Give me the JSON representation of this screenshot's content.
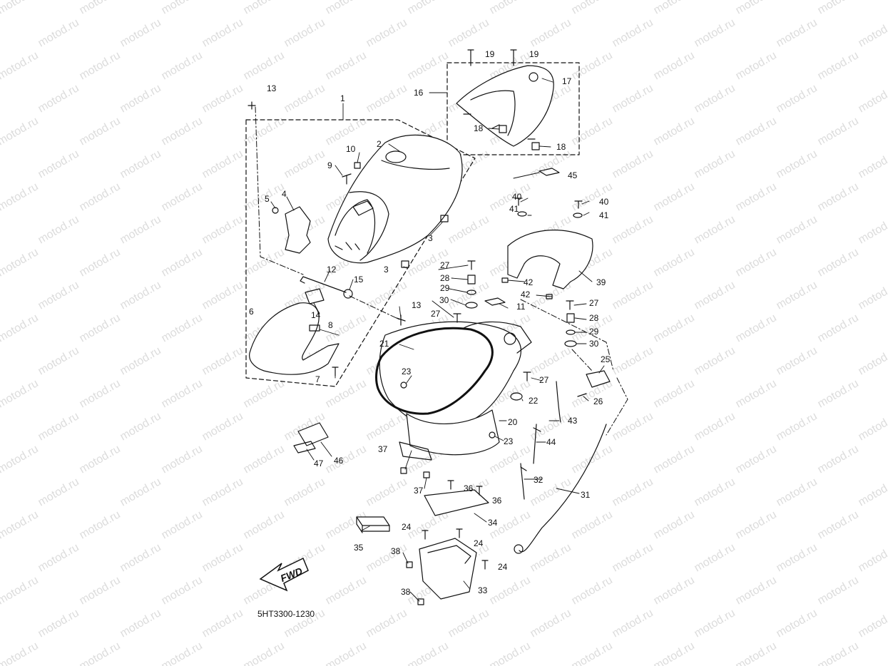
{
  "watermark": "motod.ru",
  "diagram_code": "5HT3300-1230",
  "fwd_label": "FWD",
  "parts": [
    {
      "id": "p1",
      "t": "1"
    },
    {
      "id": "p2",
      "t": "2"
    },
    {
      "id": "p3a",
      "t": "3"
    },
    {
      "id": "p3b",
      "t": "3"
    },
    {
      "id": "p4",
      "t": "4"
    },
    {
      "id": "p5",
      "t": "5"
    },
    {
      "id": "p6",
      "t": "6"
    },
    {
      "id": "p7",
      "t": "7"
    },
    {
      "id": "p8",
      "t": "8"
    },
    {
      "id": "p9",
      "t": "9"
    },
    {
      "id": "p10",
      "t": "10"
    },
    {
      "id": "p11",
      "t": "11"
    },
    {
      "id": "p12",
      "t": "12"
    },
    {
      "id": "p13a",
      "t": "13"
    },
    {
      "id": "p13b",
      "t": "13"
    },
    {
      "id": "p14",
      "t": "14"
    },
    {
      "id": "p15",
      "t": "15"
    },
    {
      "id": "p16",
      "t": "16"
    },
    {
      "id": "p17",
      "t": "17"
    },
    {
      "id": "p18a",
      "t": "18"
    },
    {
      "id": "p18b",
      "t": "18"
    },
    {
      "id": "p19a",
      "t": "19"
    },
    {
      "id": "p19b",
      "t": "19"
    },
    {
      "id": "p20",
      "t": "20"
    },
    {
      "id": "p21",
      "t": "21"
    },
    {
      "id": "p22",
      "t": "22"
    },
    {
      "id": "p23a",
      "t": "23"
    },
    {
      "id": "p23b",
      "t": "23"
    },
    {
      "id": "p24a",
      "t": "24"
    },
    {
      "id": "p24b",
      "t": "24"
    },
    {
      "id": "p24c",
      "t": "24"
    },
    {
      "id": "p25",
      "t": "25"
    },
    {
      "id": "p26",
      "t": "26"
    },
    {
      "id": "p27a",
      "t": "27"
    },
    {
      "id": "p27b",
      "t": "27"
    },
    {
      "id": "p27c",
      "t": "27"
    },
    {
      "id": "p27d",
      "t": "27"
    },
    {
      "id": "p28a",
      "t": "28"
    },
    {
      "id": "p28b",
      "t": "28"
    },
    {
      "id": "p29a",
      "t": "29"
    },
    {
      "id": "p29b",
      "t": "29"
    },
    {
      "id": "p30a",
      "t": "30"
    },
    {
      "id": "p30b",
      "t": "30"
    },
    {
      "id": "p31",
      "t": "31"
    },
    {
      "id": "p32",
      "t": "32"
    },
    {
      "id": "p33",
      "t": "33"
    },
    {
      "id": "p34",
      "t": "34"
    },
    {
      "id": "p35",
      "t": "35"
    },
    {
      "id": "p36a",
      "t": "36"
    },
    {
      "id": "p36b",
      "t": "36"
    },
    {
      "id": "p37a",
      "t": "37"
    },
    {
      "id": "p37b",
      "t": "37"
    },
    {
      "id": "p38a",
      "t": "38"
    },
    {
      "id": "p38b",
      "t": "38"
    },
    {
      "id": "p39",
      "t": "39"
    },
    {
      "id": "p40a",
      "t": "40"
    },
    {
      "id": "p40b",
      "t": "40"
    },
    {
      "id": "p41a",
      "t": "41"
    },
    {
      "id": "p41b",
      "t": "41"
    },
    {
      "id": "p42a",
      "t": "42"
    },
    {
      "id": "p42b",
      "t": "42"
    },
    {
      "id": "p43",
      "t": "43"
    },
    {
      "id": "p44",
      "t": "44"
    },
    {
      "id": "p45",
      "t": "45"
    },
    {
      "id": "p46",
      "t": "46"
    },
    {
      "id": "p47",
      "t": "47"
    }
  ]
}
